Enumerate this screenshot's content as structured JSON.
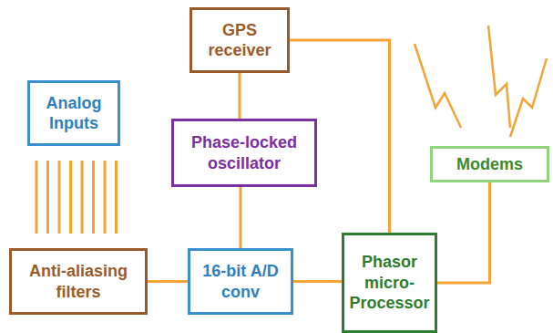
{
  "diagram": {
    "nodes": [
      {
        "text": [
          "GPS receiver"
        ]
      },
      {
        "text": [
          "Analog Inputs"
        ]
      },
      {
        "text": [
          "Phase-locked oscillator"
        ]
      },
      {
        "text": [
          "Modems"
        ]
      },
      {
        "text": [
          "Anti-aliasing filters"
        ]
      },
      {
        "text": [
          "16-bit A/D conv"
        ]
      },
      {
        "text": [
          "Phasor micro-Processor"
        ]
      }
    ],
    "edges": [
      {
        "from": 0,
        "to": 2,
        "arrow": "none"
      },
      {
        "from": 0,
        "to": 6,
        "arrow": "none"
      },
      {
        "from": 2,
        "to": 5,
        "arrow": "none"
      },
      {
        "from": 4,
        "to": 5,
        "arrow": "none"
      },
      {
        "from": 5,
        "to": 6,
        "arrow": "none"
      },
      {
        "from": 6,
        "to": 3,
        "arrow": "none"
      }
    ]
  }
}
